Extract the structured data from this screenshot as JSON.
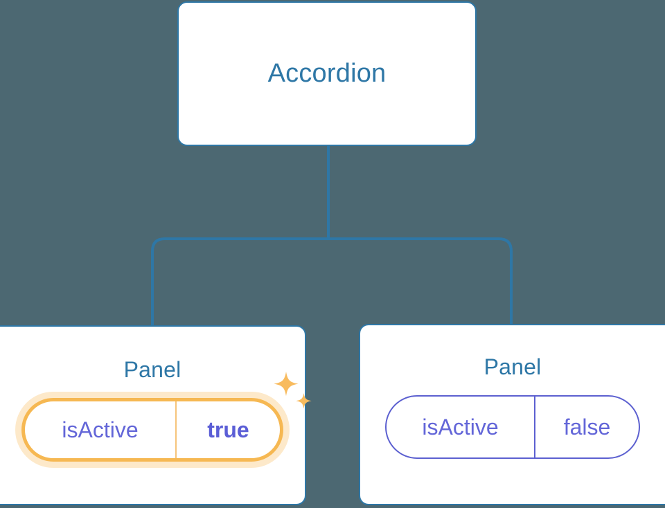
{
  "diagram": {
    "background_color": "#4c6872",
    "node_border_color": "#2e77a6",
    "node_text_color": "#2e77a6",
    "connector_color": "#2e77a6",
    "prop_text_color": "#6366d8",
    "highlight_color": "#f6b852",
    "highlight_glow_color": "#fabe64"
  },
  "root": {
    "title": "Accordion"
  },
  "children": [
    {
      "title": "Panel",
      "highlighted": true,
      "prop": {
        "key": "isActive",
        "value": "true"
      },
      "sparkle_icon": "sparkles-icon"
    },
    {
      "title": "Panel",
      "highlighted": false,
      "prop": {
        "key": "isActive",
        "value": "false"
      }
    }
  ]
}
